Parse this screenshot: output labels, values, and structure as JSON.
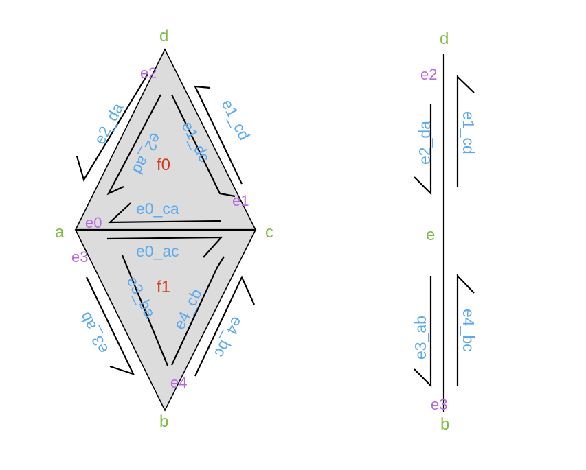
{
  "colors": {
    "vertex": "#7cbf3f",
    "edge": "#b36ae2",
    "halfedge": "#5aaaf0",
    "face": "#d13a1c",
    "fill": "#dcdcdc"
  },
  "left_diagram": {
    "vertices": {
      "a": "a",
      "b": "b",
      "c": "c",
      "d": "d"
    },
    "edges": {
      "e0": "e0",
      "e1": "e1",
      "e2": "e2",
      "e3": "e3",
      "e4": "e4"
    },
    "faces": {
      "f0": "f0",
      "f1": "f1"
    },
    "halfedges": {
      "e2_da": "e2_da",
      "e2_ad": "e2_ad",
      "e1_dc": "e1_dc",
      "e1_cd": "e1_cd",
      "e0_ca": "e0_ca",
      "e0_ac": "e0_ac",
      "e3_ba": "e3_ba",
      "e3_ab": "e3_ab",
      "e4_cb": "e4_cb",
      "e4_bc": "e4_bc"
    }
  },
  "right_diagram": {
    "vertices": {
      "d": "d",
      "e": "e",
      "b": "b"
    },
    "edges": {
      "e2": "e2",
      "e3": "e3"
    },
    "halfedges": {
      "e2_da": "e2_da",
      "e1_cd": "e1_cd",
      "e3_ab": "e3_ab",
      "e4_bc": "e4_bc"
    }
  }
}
